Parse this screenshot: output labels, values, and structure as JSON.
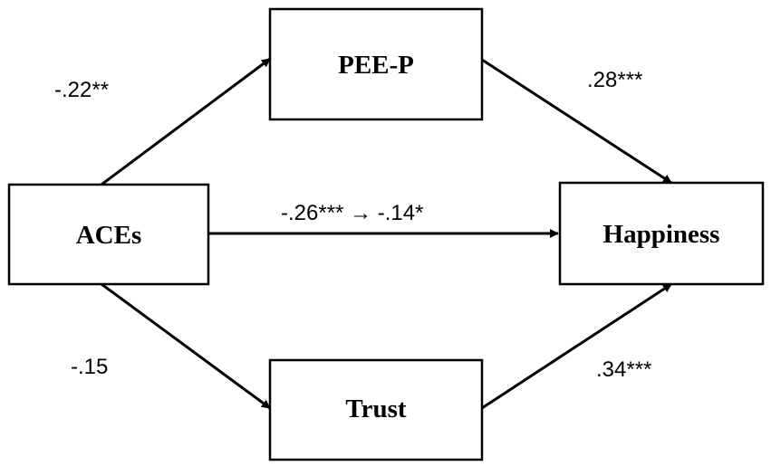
{
  "nodes": {
    "aces": "ACEs",
    "peep": "PEE-P",
    "trust": "Trust",
    "happiness": "Happiness"
  },
  "paths": {
    "aces_to_peep": "-.22**",
    "peep_to_happiness": ".28***",
    "aces_to_happiness": "-.26*** → -.14*",
    "aces_to_trust": "-.15",
    "trust_to_happiness": ".34***"
  },
  "colors": {
    "stroke": "#000000",
    "background": "#ffffff"
  }
}
